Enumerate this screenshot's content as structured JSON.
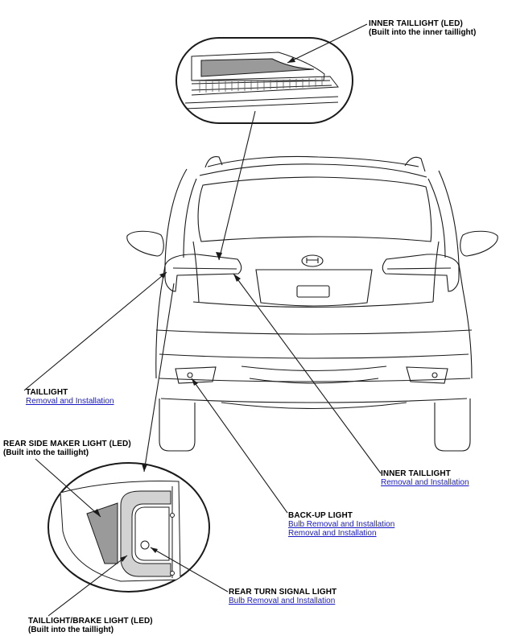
{
  "callouts": {
    "inner_taillight_led": {
      "title": "INNER TAILLIGHT (LED)",
      "note": "(Built into the inner taillight)"
    },
    "taillight": {
      "title": "TAILLIGHT",
      "link": "Removal and Installation"
    },
    "rear_side_marker": {
      "title": "REAR SIDE MAKER LIGHT (LED)",
      "note": "(Built into the taillight)"
    },
    "inner_taillight": {
      "title": "INNER TAILLIGHT",
      "link": "Removal and Installation"
    },
    "backup_light": {
      "title": "BACK-UP LIGHT",
      "link1": "Bulb Removal and Installation",
      "link2": "Removal and Installation"
    },
    "rear_turn_signal": {
      "title": "REAR TURN SIGNAL LIGHT",
      "link": "Bulb Removal and Installation"
    },
    "taillight_brake": {
      "title": "TAILLIGHT/BRAKE LIGHT (LED)",
      "note": "(Built into the taillight)"
    }
  },
  "colors": {
    "line": "#1a1a1a",
    "fill_light": "#d2d2d2",
    "fill_dark": "#9a9a9a",
    "link": "#1a1ac8"
  }
}
